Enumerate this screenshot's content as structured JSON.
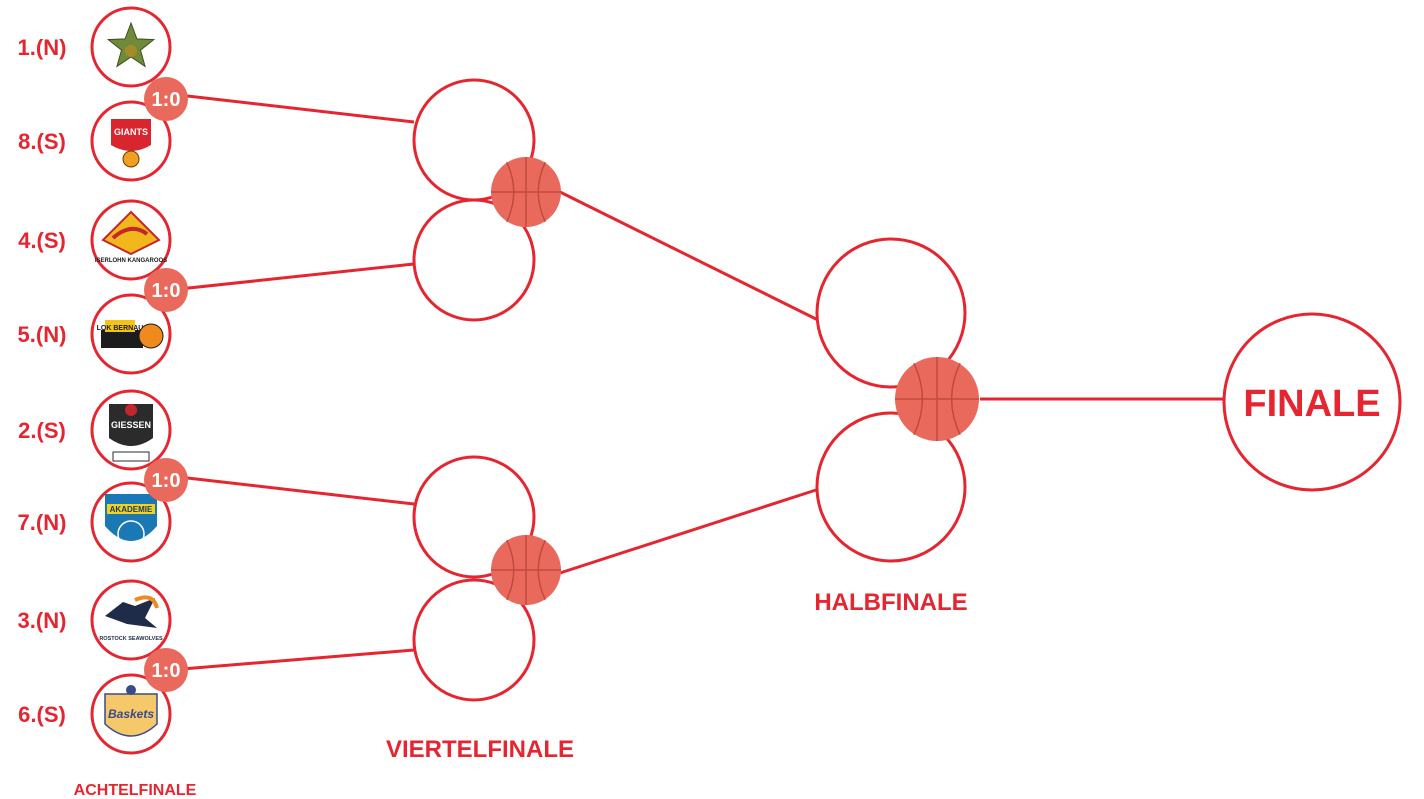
{
  "colors": {
    "accent": "#e5252f",
    "ball": "#e96a5c",
    "ball_line": "#c14a3e",
    "white": "#ffffff"
  },
  "round_labels": {
    "achtelfinale": "ACHTELFINALE",
    "viertelfinale": "VIERTELFINALE",
    "halbfinale": "HALBFINALE",
    "finale": "FINALE"
  },
  "teams": [
    {
      "seed": "1.(N)",
      "logo_icon": "dragon-logo-icon",
      "logo_text": ""
    },
    {
      "seed": "8.(S)",
      "logo_icon": "giants-leverkusen-logo-icon",
      "logo_text": "GIANTS"
    },
    {
      "seed": "4.(S)",
      "logo_icon": "iserlohn-kangaroos-logo-icon",
      "logo_text": "ISERLOHN KANGAROOS"
    },
    {
      "seed": "5.(N)",
      "logo_icon": "lok-bernau-logo-icon",
      "logo_text": "LOK BERNAU"
    },
    {
      "seed": "2.(S)",
      "logo_icon": "giessen-46ers-logo-icon",
      "logo_text": "GIESSEN"
    },
    {
      "seed": "7.(N)",
      "logo_icon": "baskets-akademie-logo-icon",
      "logo_text": "AKADEMIE"
    },
    {
      "seed": "3.(N)",
      "logo_icon": "rostock-seawolves-logo-icon",
      "logo_text": "ROSTOCK SEAWOLVES"
    },
    {
      "seed": "6.(S)",
      "logo_icon": "en-baskets-schwelm-logo-icon",
      "logo_text": "Baskets"
    }
  ],
  "matchups": [
    {
      "score": "1:0"
    },
    {
      "score": "1:0"
    },
    {
      "score": "1:0"
    },
    {
      "score": "1:0"
    }
  ]
}
